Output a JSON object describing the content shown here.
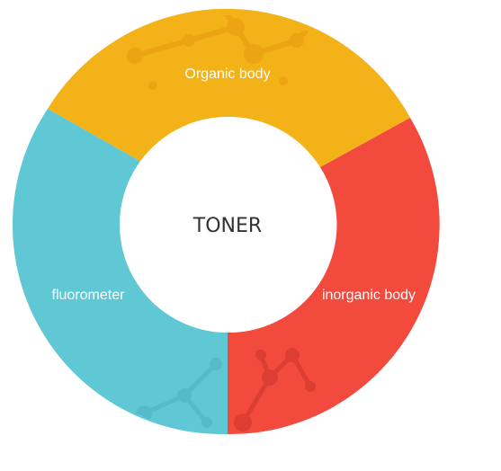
{
  "diagram": {
    "center_label": "TONER",
    "segments": [
      {
        "key": "organic",
        "label": "Organic body",
        "color": "#F2B218"
      },
      {
        "key": "inorganic",
        "label": "inorganic body",
        "color": "#F34A3E"
      },
      {
        "key": "fluoro",
        "label": "fluorometer",
        "color": "#60C8D5"
      }
    ]
  }
}
